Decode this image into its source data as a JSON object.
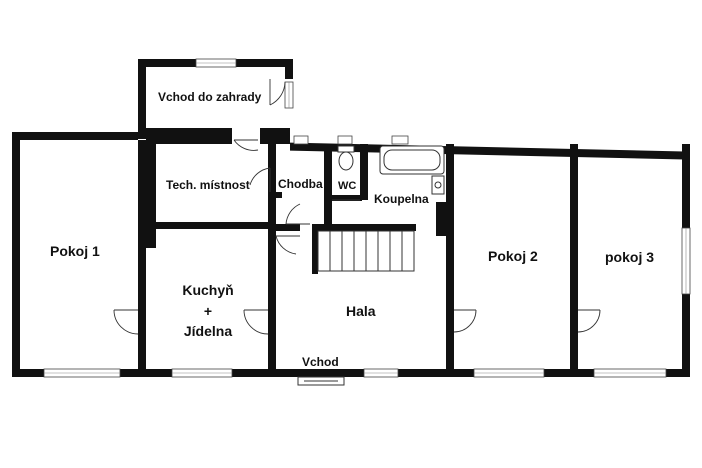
{
  "rooms": {
    "vchod_do_zahrady": "Vchod do zahrady",
    "tech_mistnost": "Tech. místnost",
    "chodba": "Chodba",
    "wc": "WC",
    "koupelna": "Koupelna",
    "pokoj1": "Pokoj 1",
    "kuchyn_line1": "Kuchyň",
    "kuchyn_plus": "+",
    "kuchyn_line2": "Jídelna",
    "hala": "Hala",
    "pokoj2": "Pokoj 2",
    "pokoj3": "pokoj 3",
    "vchod": "Vchod"
  }
}
